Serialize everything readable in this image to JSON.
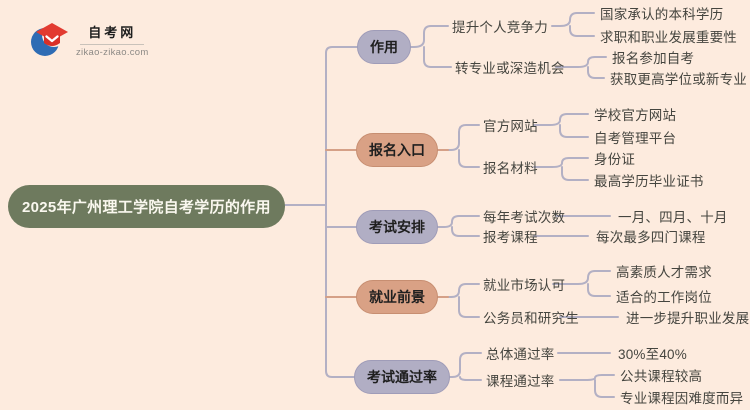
{
  "colors": {
    "background": "#fdebde",
    "root_fill": "#6e7a5e",
    "root_text": "#faf8ef",
    "pill_purple": "#b1aec4",
    "pill_salmon": "#d9a185",
    "line_gray": "#b3b0c4",
    "line_salmon": "#d5a087",
    "logo_blue": "#2e6cb4",
    "logo_red": "#e23b31",
    "node_text": "#45453f"
  },
  "logo": {
    "title": "自考网",
    "url": "zikao-zikao.com"
  },
  "root": {
    "label": "2025年广州理工学院自考学历的作用"
  },
  "branches": [
    {
      "label": "作用",
      "children": [
        {
          "label": "提升个人竞争力",
          "leaves": [
            "国家承认的本科学历",
            "求职和职业发展重要性"
          ]
        },
        {
          "label": "转专业或深造机会",
          "leaves": [
            "报名参加自考",
            "获取更高学位或新专业"
          ]
        }
      ]
    },
    {
      "label": "报名入口",
      "children": [
        {
          "label": "官方网站",
          "leaves": [
            "学校官方网站",
            "自考管理平台"
          ]
        },
        {
          "label": "报名材料",
          "leaves": [
            "身份证",
            "最高学历毕业证书"
          ]
        }
      ]
    },
    {
      "label": "考试安排",
      "children": [
        {
          "label": "每年考试次数",
          "leaves": [
            "一月、四月、十月"
          ]
        },
        {
          "label": "报考课程",
          "leaves": [
            "每次最多四门课程"
          ]
        }
      ]
    },
    {
      "label": "就业前景",
      "children": [
        {
          "label": "就业市场认可",
          "leaves": [
            "高素质人才需求",
            "适合的工作岗位"
          ]
        },
        {
          "label": "公务员和研究生",
          "leaves": [
            "进一步提升职业发展"
          ]
        }
      ]
    },
    {
      "label": "考试通过率",
      "children": [
        {
          "label": "总体通过率",
          "leaves": [
            "30%至40%"
          ]
        },
        {
          "label": "课程通过率",
          "leaves": [
            "公共课程较高",
            "专业课程因难度而异"
          ]
        }
      ]
    }
  ]
}
